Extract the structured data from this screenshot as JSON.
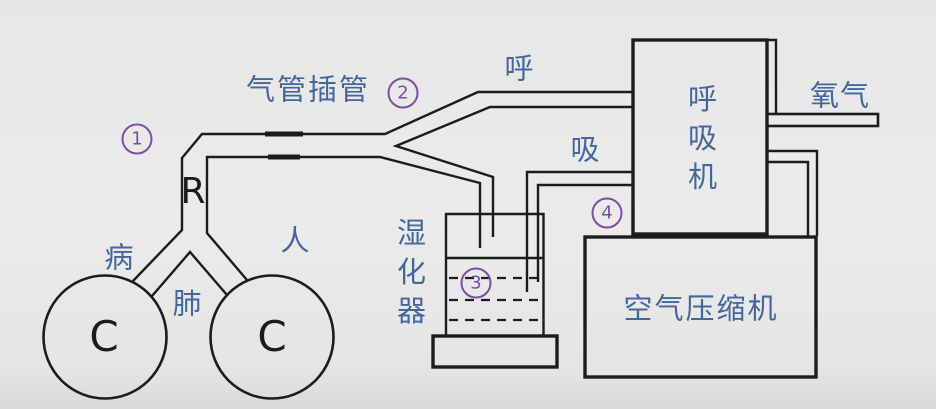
{
  "colors": {
    "background": "#e9e9e9",
    "line": "#1c1c1e",
    "label_blue": "#44679b",
    "badge_purple": "#7a4fa2"
  },
  "diagram": {
    "labels": {
      "tracheal_tube": "气管插管",
      "exhale": "呼",
      "inhale": "吸",
      "ventilator": "呼吸机",
      "oxygen": "氧气",
      "air_compressor": "空气压缩机",
      "humidifier": "湿化器",
      "patient_char": "病",
      "person_char": "人",
      "lung_char": "肺",
      "airway_resistance": "R",
      "left_lung_compliance": "C",
      "right_lung_compliance": "C"
    },
    "badges": {
      "b1": "1",
      "b2": "2",
      "b3": "3",
      "b4": "4"
    }
  }
}
